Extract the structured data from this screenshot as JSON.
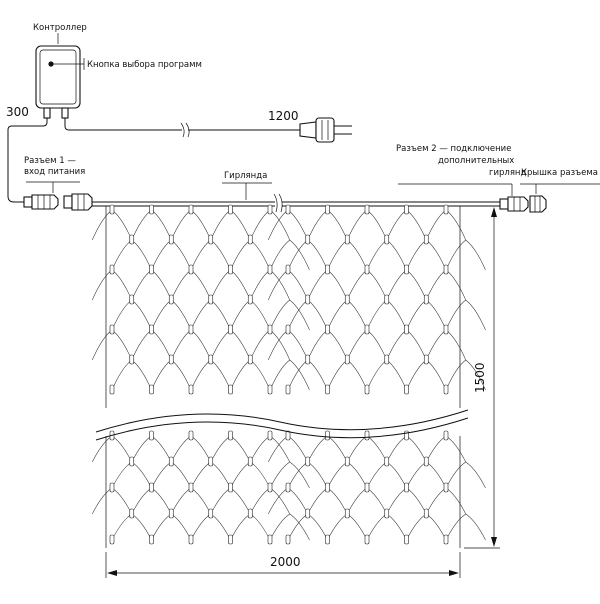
{
  "labels": {
    "controller": "Контроллер",
    "program_button": "Кнопка выбора программ",
    "connector1_line1": "Разъем 1 —",
    "connector1_line2": "вход питания",
    "garland": "Гирлянда",
    "connector2_line1": "Разъем 2 — подключение",
    "connector2_line2": "дополнительных",
    "connector2_line3": "гирлянд",
    "connector_cap": "Крышка разъема"
  },
  "dimensions": {
    "controller_cable": "300",
    "plug_cable": "1200",
    "height": "1500",
    "width": "2000"
  }
}
